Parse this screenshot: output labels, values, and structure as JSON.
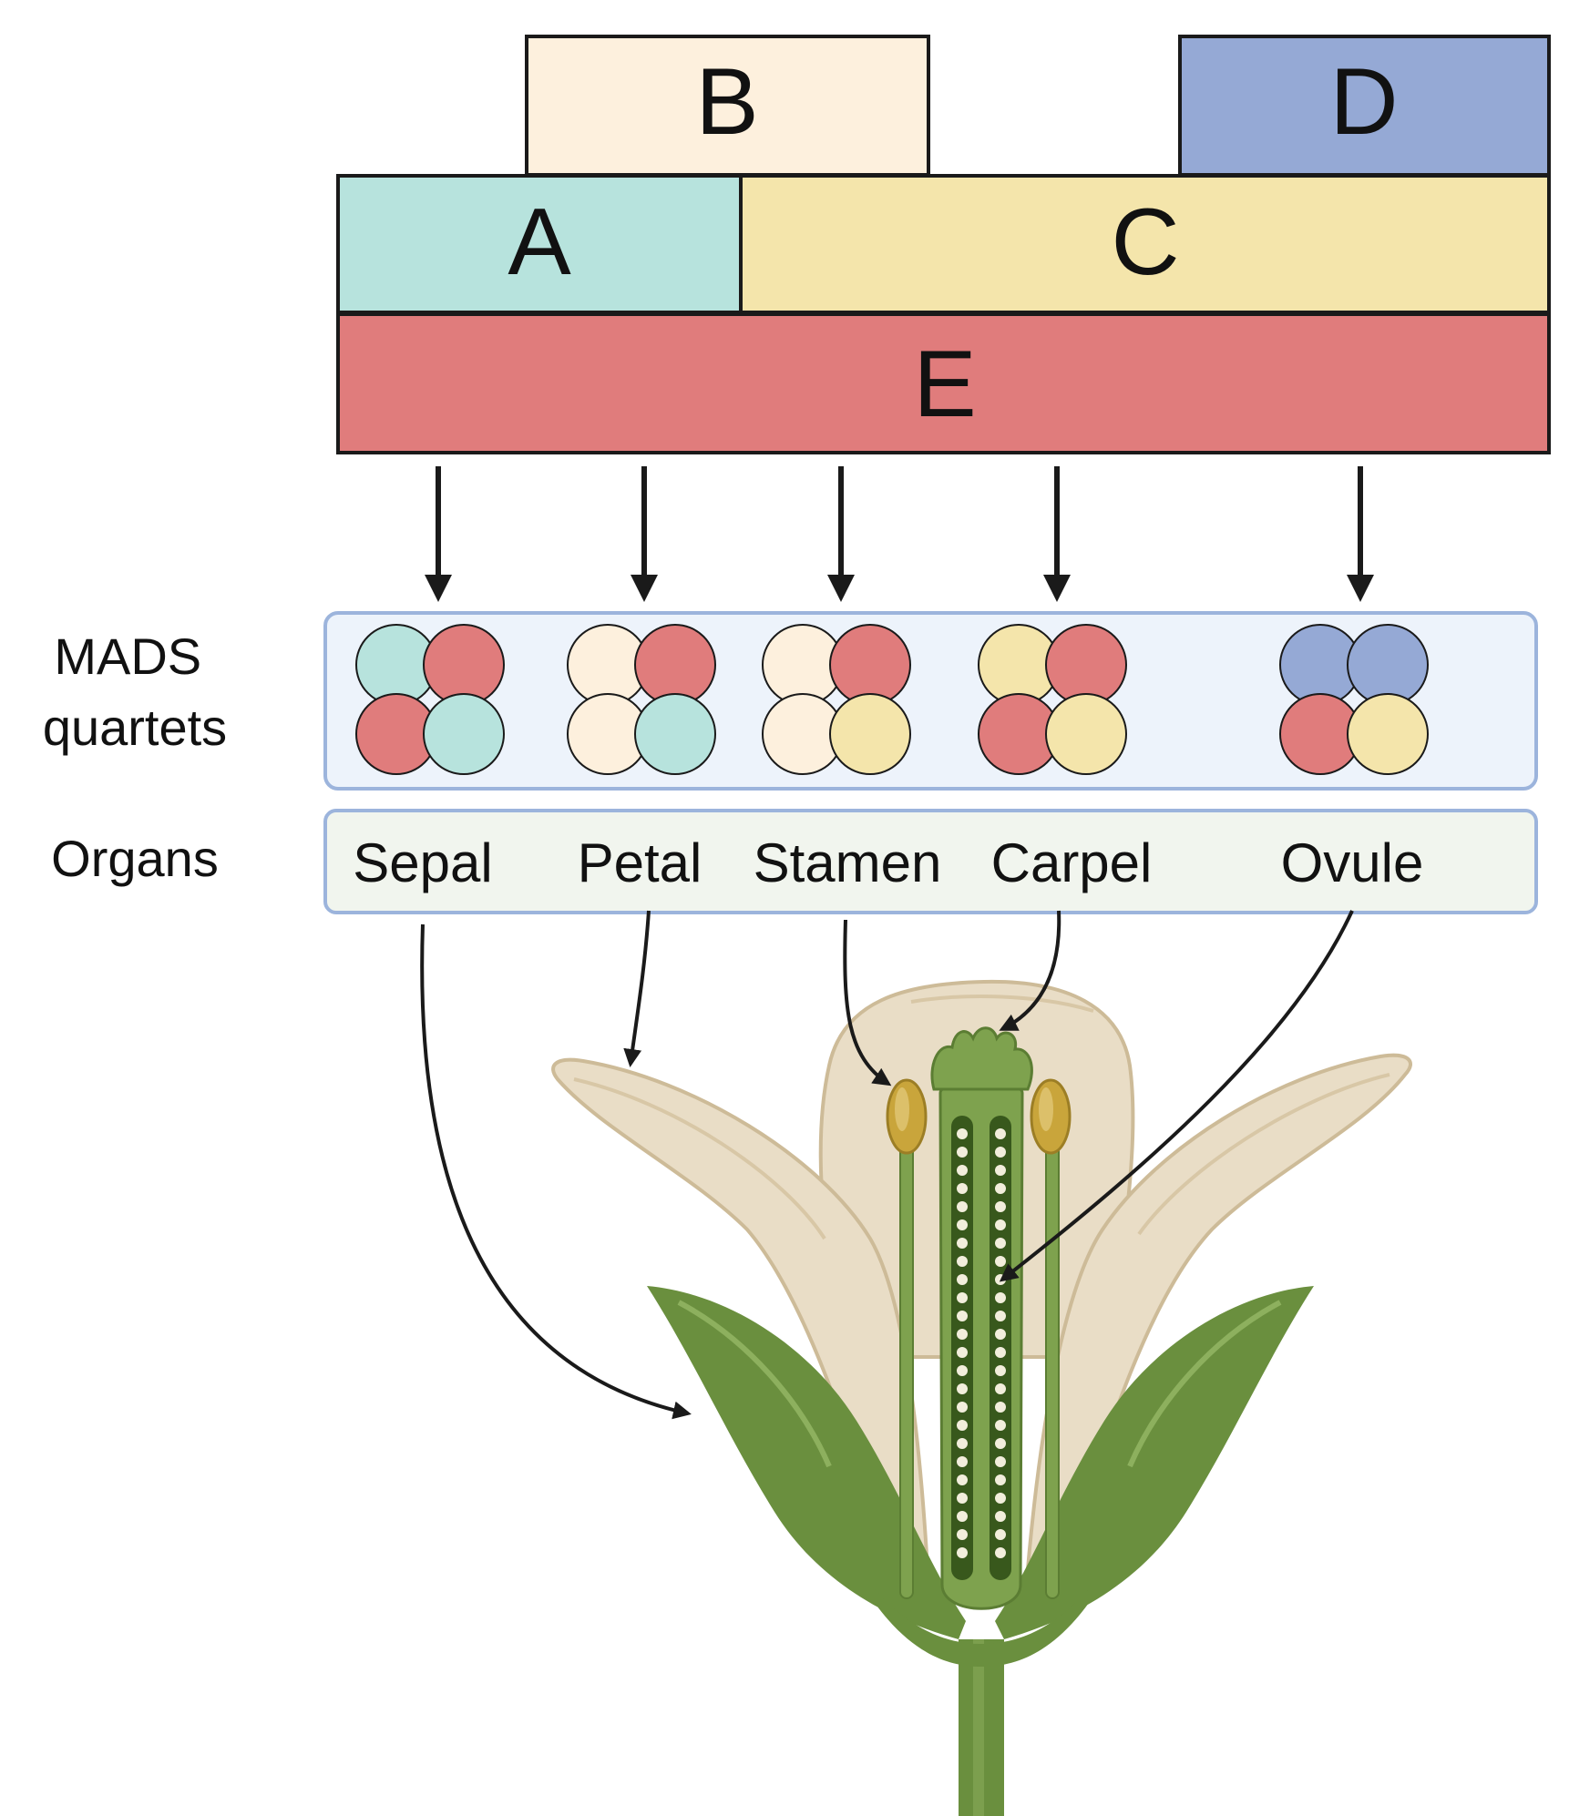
{
  "colors": {
    "A": "#b7e3dd",
    "B": "#fdf0dd",
    "C": "#f4e5ab",
    "D": "#95a9d5",
    "E": "#e07c7c",
    "quartet_panel": "#edf3fb",
    "organ_panel": "#f1f5ee",
    "panel_border": "#9cb4dc",
    "petal": "#e9ddc6",
    "leaf": "#6a8f3e",
    "stamen": "#c9a53b"
  },
  "classes": {
    "A": {
      "label": "A"
    },
    "B": {
      "label": "B"
    },
    "C": {
      "label": "C"
    },
    "D": {
      "label": "D"
    },
    "E": {
      "label": "E"
    }
  },
  "rows": {
    "quartets_label": [
      "MADS",
      "quartets"
    ],
    "organs_label": "Organs"
  },
  "organs": [
    {
      "name": "Sepal",
      "quartet": [
        "A",
        "E",
        "E",
        "A"
      ]
    },
    {
      "name": "Petal",
      "quartet": [
        "B",
        "E",
        "B",
        "A"
      ]
    },
    {
      "name": "Stamen",
      "quartet": [
        "B",
        "E",
        "B",
        "C"
      ]
    },
    {
      "name": "Carpel",
      "quartet": [
        "C",
        "E",
        "E",
        "C"
      ]
    },
    {
      "name": "Ovule",
      "quartet": [
        "D",
        "D",
        "E",
        "C"
      ]
    }
  ]
}
